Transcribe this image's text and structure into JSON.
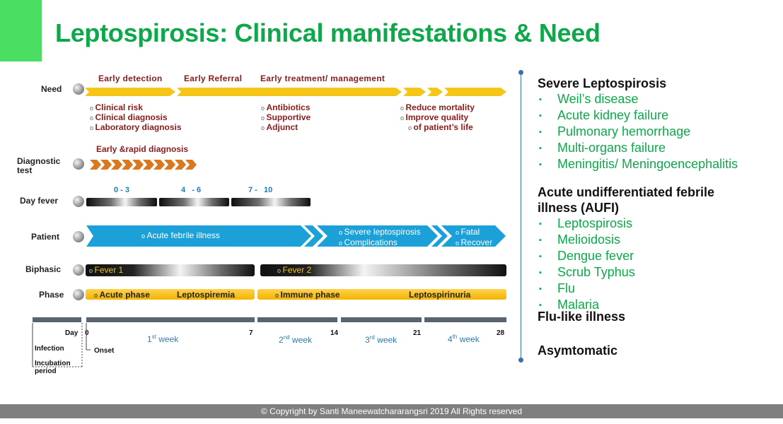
{
  "title": "Leptospirosis: Clinical manifestations & Need",
  "rows": {
    "need": "Need",
    "diagnostic": [
      "Diagnostic",
      "test"
    ],
    "day_fever": "Day fever",
    "patient": "Patient",
    "biphasic": "Biphasic",
    "phase": "Phase"
  },
  "need": {
    "headers": [
      "Early detection",
      "Early Referral",
      "Early treatment/ management"
    ],
    "col1": [
      "Clinical risk",
      "Clinical diagnosis",
      "Laboratory diagnosis"
    ],
    "col2": [
      "Antibiotics",
      "Supportive",
      "Adjunct"
    ],
    "col3": [
      "Reduce mortality",
      "Improve quality",
      "of patient’s life"
    ]
  },
  "diagnostic": {
    "label": "Early &rapid diagnosis"
  },
  "day_fever": {
    "ranges": [
      "0 - 3",
      "4   - 6",
      "7 -   10"
    ]
  },
  "patient": {
    "stage1": "Acute febrile illness",
    "stage2": [
      "Severe leptospirosis",
      "Complications"
    ],
    "stage3": [
      "Fatal",
      "Recover"
    ]
  },
  "biphasic": {
    "fever1": "Fever 1",
    "fever2": "Fever 2"
  },
  "phase": {
    "acute": "Acute phase",
    "acute_sub": "Leptospiremia",
    "immune": "Immune phase",
    "immune_sub": "Leptospirinuria"
  },
  "timeline": {
    "day_label": "Day",
    "days": [
      "0",
      "7",
      "14",
      "21",
      "28"
    ],
    "weeks": [
      {
        "num": "1",
        "sup": "st",
        "word": " week"
      },
      {
        "num": "2",
        "sup": "nd",
        "word": " week"
      },
      {
        "num": "3",
        "sup": "rd",
        "word": " week"
      },
      {
        "num": "4",
        "sup": "th",
        "word": " week"
      }
    ],
    "infection": "Infection",
    "onset": "Onset",
    "incubation": [
      "Incubation",
      "period"
    ]
  },
  "right": {
    "severe_title": "Severe Leptospirosis",
    "severe_items": [
      "Weil’s disease",
      "Acute kidney failure",
      "Pulmonary hemorrhage",
      "Multi-organs failure",
      "Meningitis/ Meningoencephalitis"
    ],
    "aufi_title": [
      "Acute undifferentiated febrile",
      "illness (AUFI)"
    ],
    "aufi_items": [
      "Leptospirosis",
      "Melioidosis",
      "Dengue fever",
      "Scrub Typhus",
      "Flu",
      "Malaria"
    ],
    "flu_like": "Flu-like illness",
    "asym": "Asymtomatic"
  },
  "footer": "© Copyright by Santi Maneewatchararangsri 2019 All Rights reserved",
  "colors": {
    "title_green": "#0da84a",
    "accent_green": "#4ade63",
    "need_yellow": "#f5c518",
    "diag_orange": "#d9781e",
    "patient_blue": "#1ba1d8",
    "dark_red": "#8a1c1c",
    "week_blue": "#2b7bb0",
    "timeline_navy": "#3a6fa8"
  }
}
